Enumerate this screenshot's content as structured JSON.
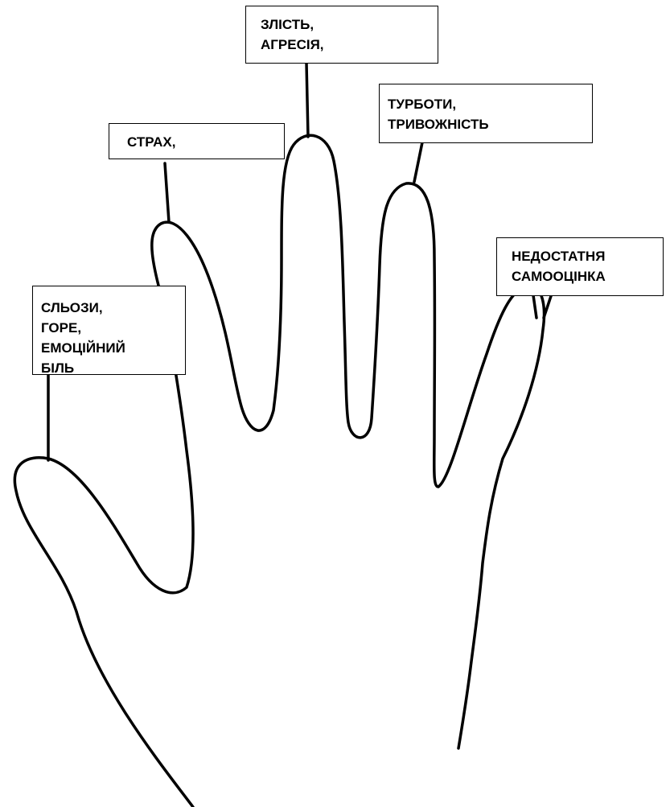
{
  "labels": {
    "thumb": {
      "lines": [
        "СЛЬОЗИ,",
        "ГОРЕ,",
        "ЕМОЦІЙНИЙ",
        "БІЛЬ"
      ]
    },
    "index": {
      "lines": [
        "СТРАХ,"
      ]
    },
    "middle": {
      "lines": [
        "ЗЛІСТЬ,",
        "АГРЕСІЯ,"
      ]
    },
    "ring": {
      "lines": [
        "ТУРБОТИ,",
        "ТРИВОЖНІСТЬ"
      ]
    },
    "little": {
      "lines": [
        "НЕДОСТАТНЯ",
        "САМООЦІНКА"
      ]
    }
  },
  "colors": {
    "line": "#000000",
    "background": "#ffffff"
  }
}
